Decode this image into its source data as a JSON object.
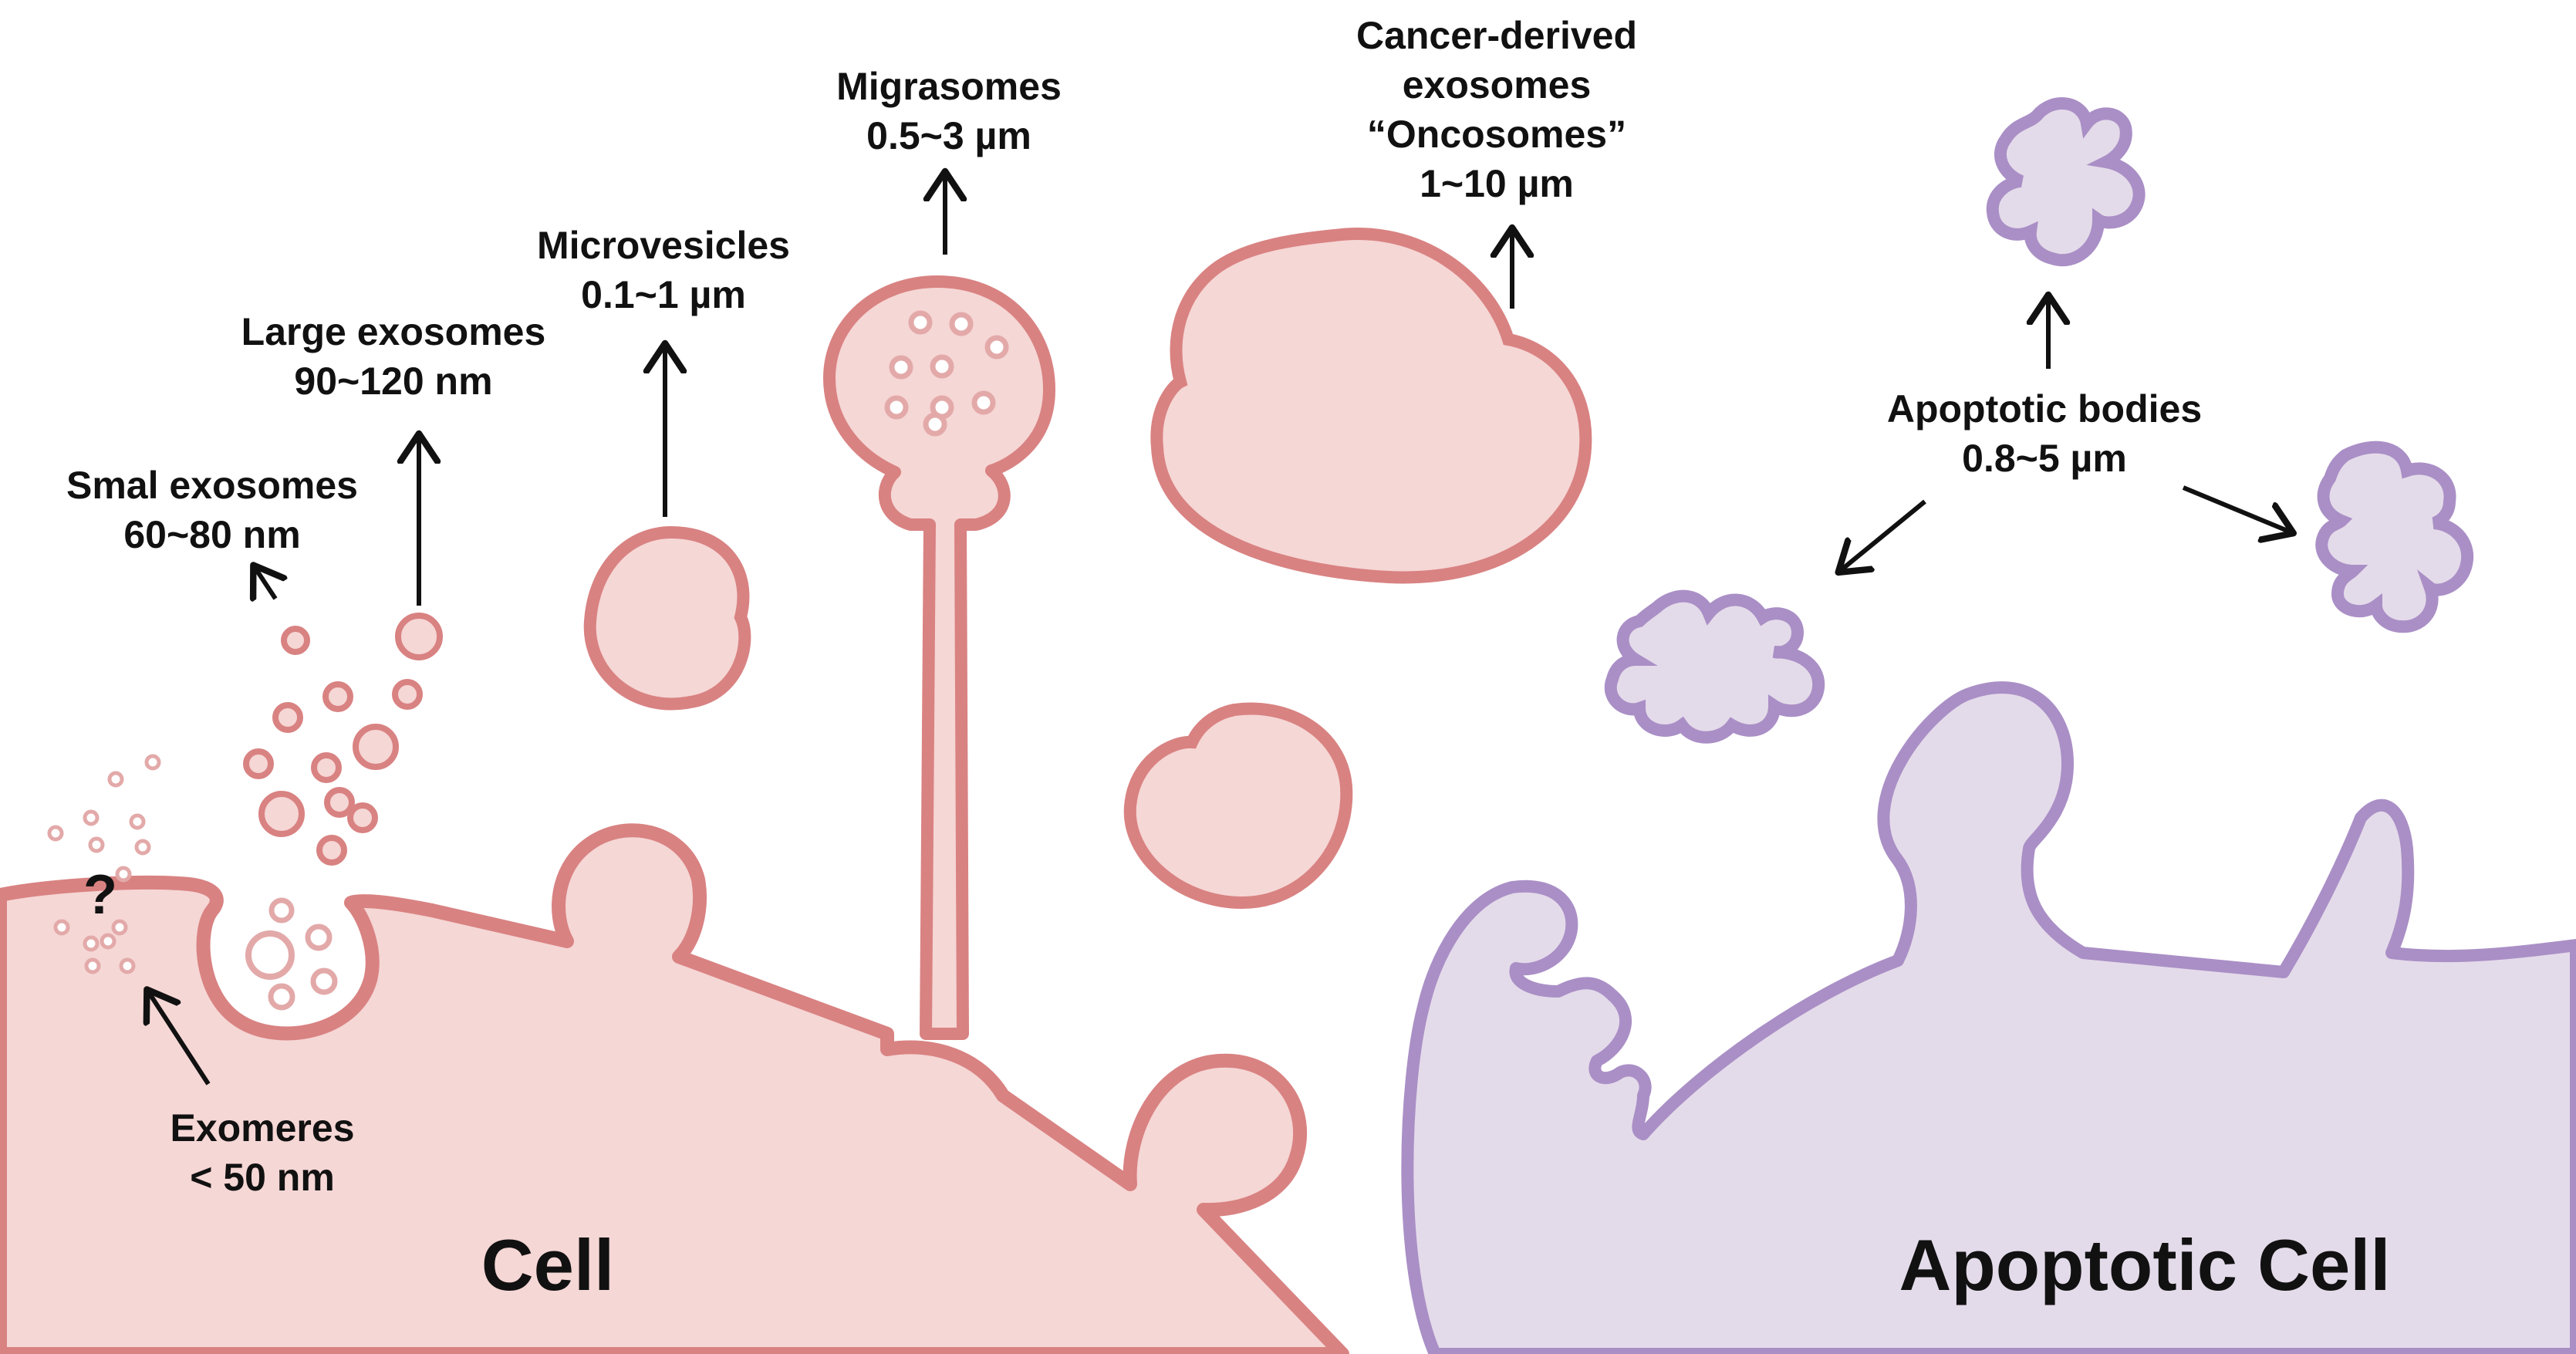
{
  "colors": {
    "cell_fill": "#f5d7d5",
    "cell_stroke": "#d98282",
    "apoptotic_fill": "#e4dbea",
    "apoptotic_stroke": "#aa8fc6",
    "arrow": "#111111"
  },
  "labels": {
    "small_exosomes": {
      "line1": "Smal exosomes",
      "line2": "60~80 nm"
    },
    "large_exosomes": {
      "line1": "Large exosomes",
      "line2": "90~120 nm"
    },
    "microvesicles": {
      "line1": "Microvesicles",
      "line2": "0.1~1 µm"
    },
    "migrasomes": {
      "line1": "Migrasomes",
      "line2": "0.5~3 µm"
    },
    "oncosomes": {
      "line1": "Cancer-derived",
      "line2": "exosomes",
      "line3": "“Oncosomes”",
      "line4": "1~10 µm"
    },
    "apoptotic_bodies": {
      "line1": "Apoptotic bodies",
      "line2": "0.8~5 µm"
    },
    "exomeres": {
      "line1": "Exomeres",
      "line2": "< 50 nm"
    },
    "question_mark": "?",
    "cell": "Cell",
    "apoptotic_cell": "Apoptotic Cell"
  }
}
